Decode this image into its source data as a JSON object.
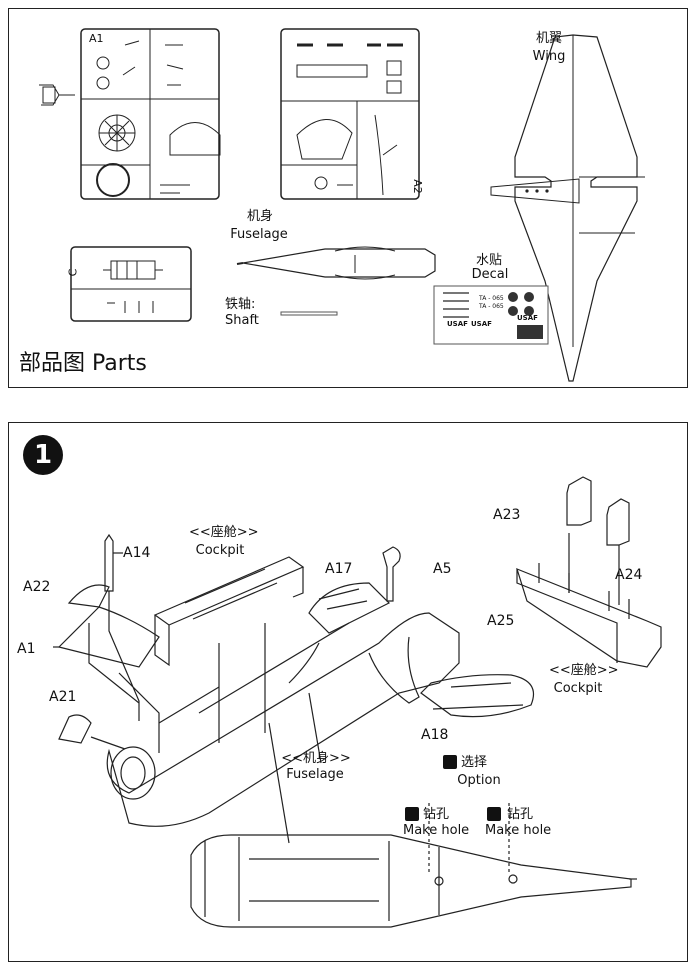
{
  "parts_panel": {
    "heading": "部品图 Parts",
    "sprue_a_labels": [
      "A1",
      "A2"
    ],
    "sprue_c_label": "C",
    "wing": {
      "cn": "机翼",
      "en": "Wing"
    },
    "fuselage": {
      "cn": "机身",
      "en": "Fuselage"
    },
    "decal": {
      "cn": "水贴",
      "en": "Decal"
    },
    "shaft": {
      "cn": "铁轴:",
      "en": "Shaft"
    },
    "decal_text": [
      "USAF",
      "USAF",
      "USAF",
      "TA - 065",
      "TA - 065"
    ]
  },
  "step1": {
    "number": "1",
    "cockpit_top": {
      "cn": "<<座舱>>",
      "en": "Cockpit"
    },
    "cockpit_right": {
      "cn": "<<座舱>>",
      "en": "Cockpit"
    },
    "fuselage": {
      "cn": "<<机身>>",
      "en": "Fuselage"
    },
    "option": {
      "cn": "选择",
      "en": "Option"
    },
    "make_hole_left": {
      "cn": "钻孔",
      "en": "Make hole"
    },
    "make_hole_right": {
      "cn": "钻孔",
      "en": "Make hole"
    },
    "part_labels": {
      "a14": "A14",
      "a22": "A22",
      "a1": "A1",
      "a21": "A21",
      "a17": "A17",
      "a5": "A5",
      "a23": "A23",
      "a24": "A24",
      "a25": "A25",
      "a18": "A18"
    }
  },
  "icons": [
    "question-icon",
    "drill-icon",
    "drill-icon"
  ]
}
